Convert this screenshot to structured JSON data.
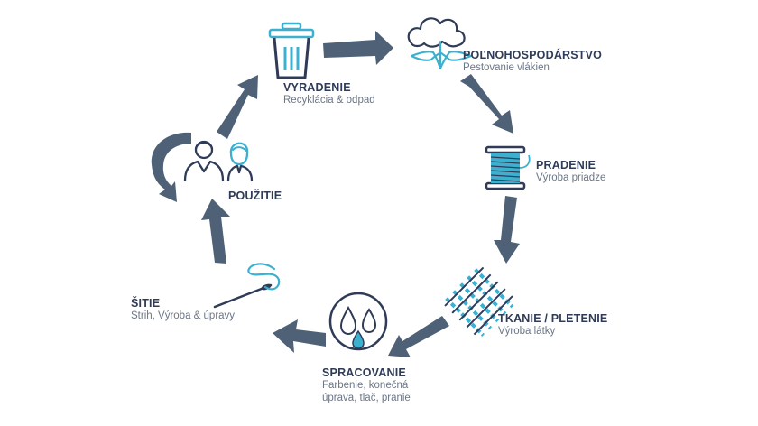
{
  "colors": {
    "arrow": "#4f6177",
    "navy": "#2f3b57",
    "accent": "#3cb0cf",
    "subtext": "#6b7686"
  },
  "stages": {
    "farming": {
      "title": "POĽNOHOSPODÁRSTVO",
      "sub": "Pestovanie vlákien",
      "icon": "cotton-plant-icon"
    },
    "spinning": {
      "title": "PRADENIE",
      "sub": "Výroba priadze",
      "icon": "thread-spool-icon"
    },
    "weaving": {
      "title": "TKANIE / PLETENIE",
      "sub": "Výroba látky",
      "icon": "woven-fabric-icon"
    },
    "processing": {
      "title": "SPRACOVANIE",
      "sub_line1": "Farbenie, konečná",
      "sub_line2": "úprava, tlač, pranie",
      "icon": "water-drops-icon"
    },
    "sewing": {
      "title": "ŠITIE",
      "sub": "Strih, Výroba & úpravy",
      "icon": "needle-thread-icon"
    },
    "use": {
      "title": "POUŽITIE",
      "icon": "people-icon"
    },
    "disposal": {
      "title": "VYRADENIE",
      "sub": "Recyklácia & odpad",
      "icon": "trash-bin-icon"
    }
  }
}
